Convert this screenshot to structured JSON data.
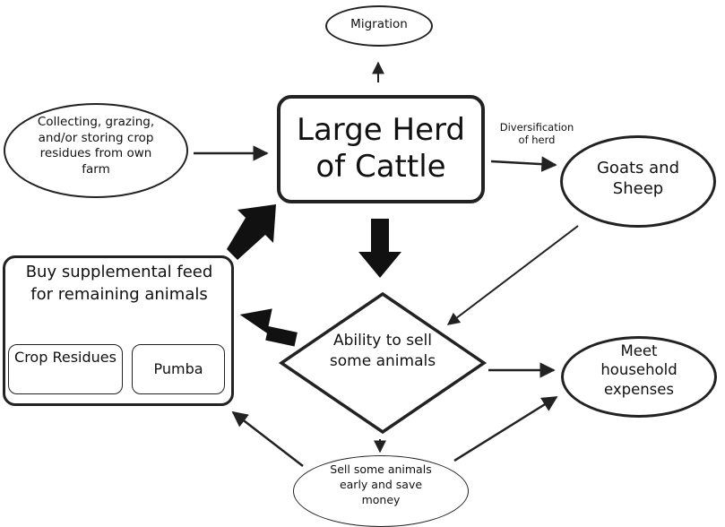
{
  "nodes": {
    "migration": "Migration",
    "crop_residues_farm": "Collecting, grazing, and/or storing crop residues from own farm",
    "large_herd": "Large Herd of Cattle",
    "diversification_label": "Diversification of herd",
    "goats_sheep": "Goats and Sheep",
    "buy_feed": "Buy supplemental feed for remaining animals",
    "crop_residues_box": "Crop Residues",
    "pumba": "Pumba",
    "ability_to_sell": "Ability to sell some animals",
    "meet_expenses": "Meet household expenses",
    "sell_early": "Sell some animals early and save money"
  },
  "colors": {
    "stroke": "#222222",
    "background": "#ffffff"
  }
}
